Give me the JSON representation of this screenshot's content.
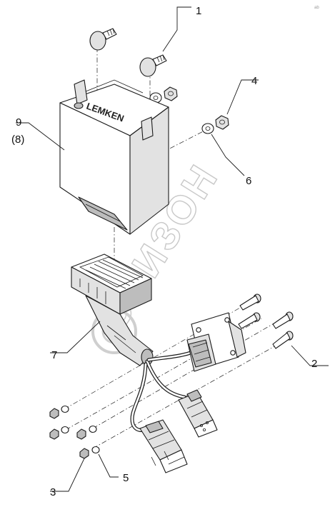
{
  "brand_text": "LEMKEN",
  "watermark_text": "ОРИЗОН",
  "corner_mark": "ab",
  "callouts": {
    "c1": "1",
    "c2": "2",
    "c3": "3",
    "c4": "4",
    "c5": "5",
    "c6": "6",
    "c7": "7",
    "c9": "9",
    "c8": "(8)"
  }
}
